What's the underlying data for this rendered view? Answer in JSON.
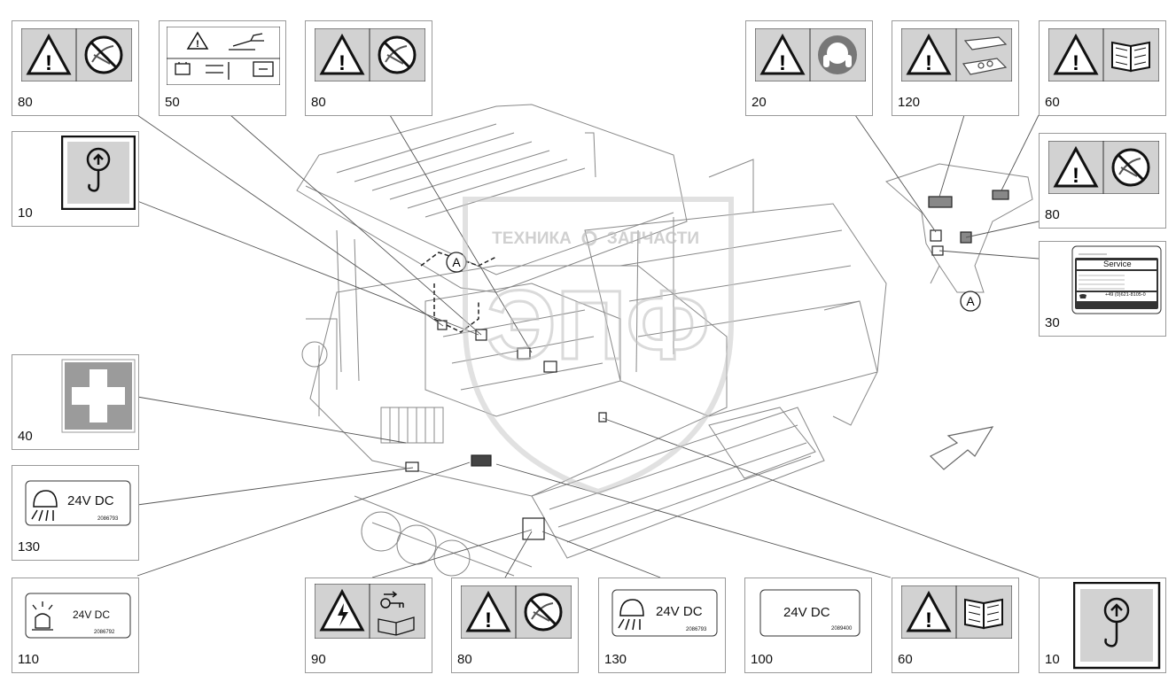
{
  "callouts": [
    {
      "number": "80"
    },
    {
      "number": "50"
    },
    {
      "number": "80"
    },
    {
      "number": "20"
    },
    {
      "number": "120"
    },
    {
      "number": "60"
    },
    {
      "number": "10"
    },
    {
      "number": "80"
    },
    {
      "number": "30"
    },
    {
      "number": "40"
    },
    {
      "number": "130"
    },
    {
      "number": "110"
    },
    {
      "number": "90"
    },
    {
      "number": "80"
    },
    {
      "number": "130"
    },
    {
      "number": "100"
    },
    {
      "number": "60"
    },
    {
      "number": "10"
    }
  ],
  "labels": {
    "voltage": "24V DC",
    "part_130": "2086793",
    "part_110": "2086792",
    "part_100": "2089400",
    "service_title": "Service",
    "service_phone": "+49 (0)621-8105-0"
  },
  "view_marker": "A",
  "watermark": {
    "brand": "ТЕХНИКА",
    "brand2": "ЗАПЧАСТИ",
    "logo": "ЭПФ"
  },
  "colors": {
    "sticker_grey": "#d2d2d2",
    "line": "#555555",
    "first_aid": "#9b9b9b"
  }
}
